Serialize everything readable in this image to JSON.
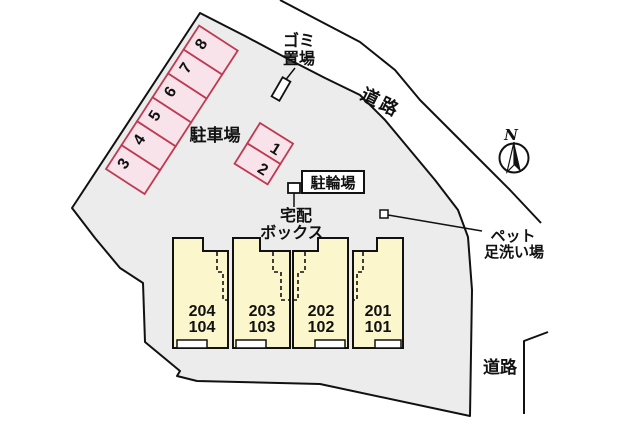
{
  "diagram_type": "apartment-site-plan",
  "parking": {
    "label": "駐車場",
    "row_numbers": [
      "3",
      "4",
      "5",
      "6",
      "7",
      "8"
    ],
    "block_numbers": [
      "1",
      "2"
    ]
  },
  "labels": {
    "garbage": [
      "ゴミ",
      "置場"
    ],
    "road_top": "道路",
    "road_bottom": "道路",
    "bike": "駐輪場",
    "delivery": [
      "宅配",
      "ボックス"
    ],
    "pet": [
      "ペット",
      "足洗い場"
    ]
  },
  "compass": {
    "label": "N"
  },
  "building": {
    "units": [
      {
        "upper": "204",
        "lower": "104"
      },
      {
        "upper": "203",
        "lower": "103"
      },
      {
        "upper": "202",
        "lower": "102"
      },
      {
        "upper": "201",
        "lower": "101"
      }
    ]
  },
  "colors": {
    "site_fill": "#ECECEC",
    "parking_fill": "#F9E3EA",
    "parking_border": "#BE3A52",
    "building_fill": "#FBF6CB",
    "line": "#1A1A1A"
  }
}
